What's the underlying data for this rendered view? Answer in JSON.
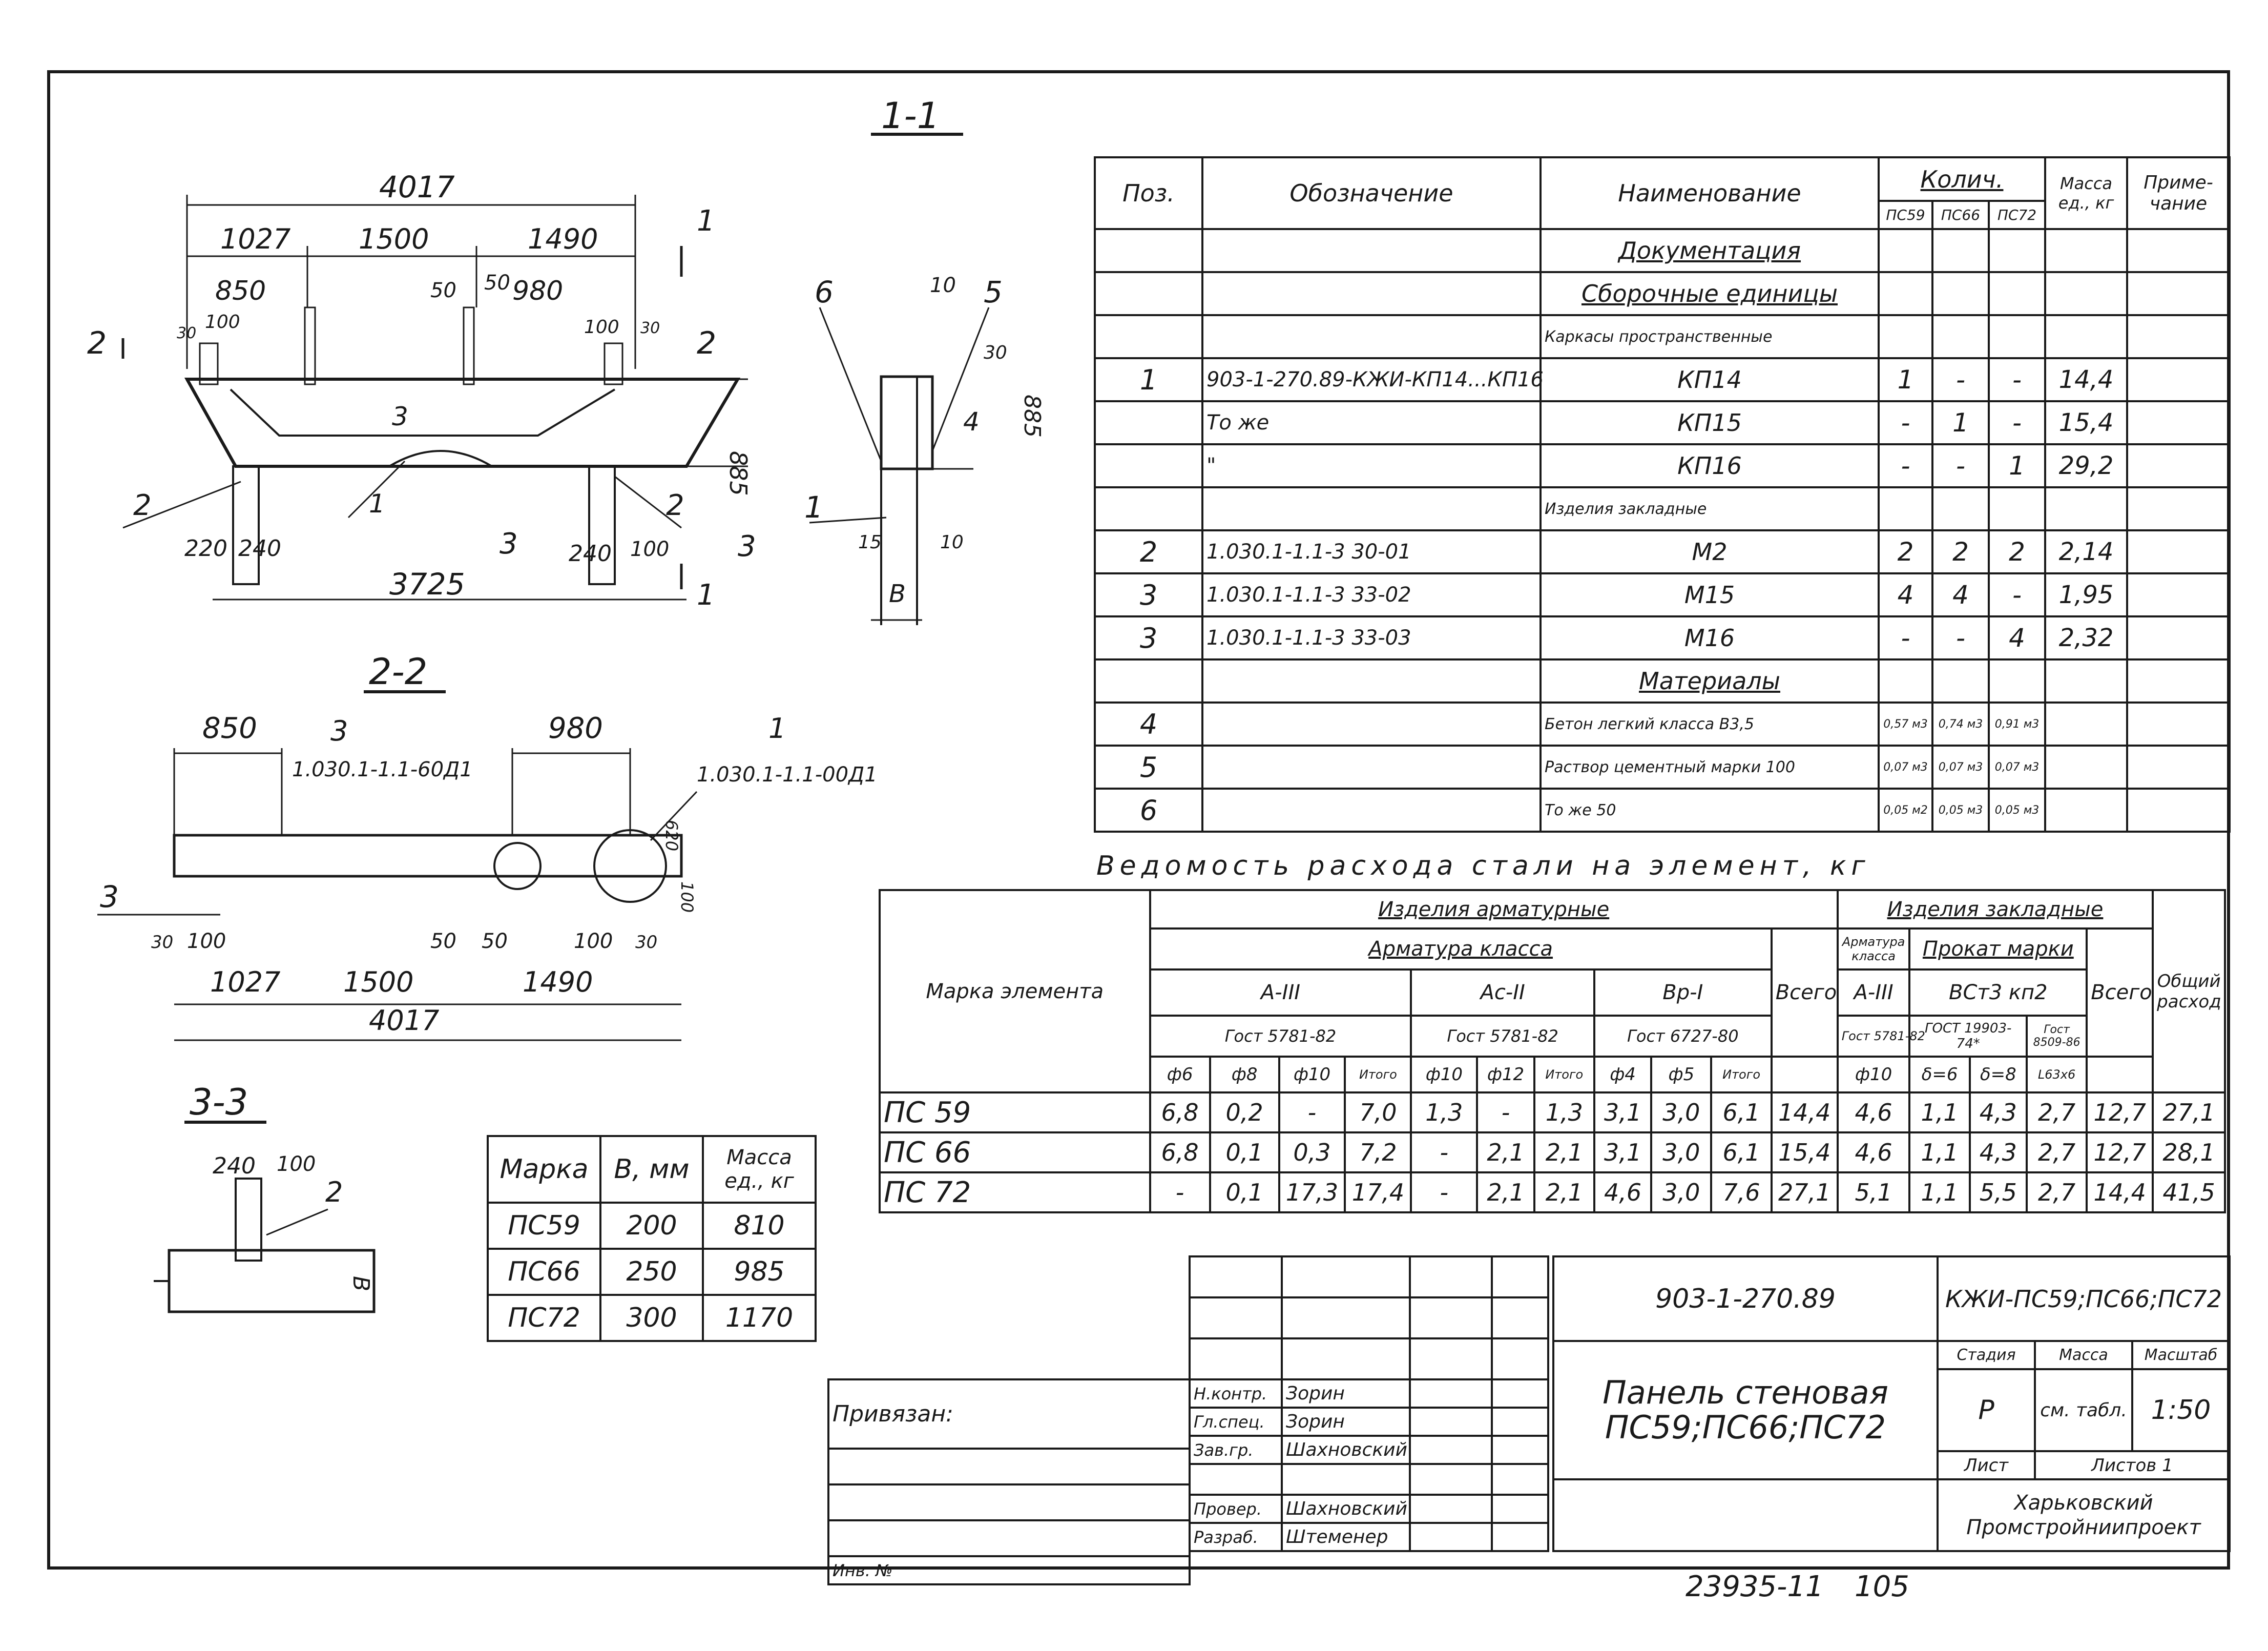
{
  "sections": {
    "s11": "1-1",
    "s22": "2-2",
    "s33": "3-3"
  },
  "view11": {
    "dims": [
      "4017",
      "1027",
      "1500",
      "1490",
      "850",
      "980",
      "50",
      "50",
      "100",
      "100",
      "30",
      "30",
      "885",
      "220",
      "240",
      "240",
      "100",
      "3725"
    ],
    "cut_marks": [
      "2",
      "2",
      "1",
      "1",
      "3",
      "3"
    ],
    "pos_labels": [
      "3",
      "2",
      "1",
      "2"
    ]
  },
  "view_side": {
    "labels": [
      "6",
      "5",
      "4",
      "1"
    ],
    "dims": [
      "10",
      "30",
      "885",
      "15",
      "10",
      "B"
    ]
  },
  "view22": {
    "dims": [
      "850",
      "980",
      "30",
      "100",
      "50",
      "50",
      "100",
      "30",
      "1027",
      "1500",
      "1490",
      "4017",
      "620",
      "100"
    ],
    "labels": [
      "3",
      "1",
      "3"
    ],
    "notes": [
      "1.030.1-1.1-60Д1",
      "1.030.1-1.1-00Д1"
    ]
  },
  "view33": {
    "dims": [
      "240",
      "100",
      "B"
    ],
    "labels": [
      "2"
    ]
  },
  "spec_table": {
    "headers": {
      "pos": "Поз.",
      "designation": "Обозначение",
      "name": "Наименование",
      "qty": "Колич.",
      "qty_cols": [
        "ПС59",
        "ПС66",
        "ПС72"
      ],
      "mass": "Масса ед., кг",
      "note": "Приме-чание"
    },
    "rows": [
      {
        "pos": "",
        "des": "",
        "name": "Документация",
        "q": [
          "",
          "",
          ""
        ],
        "m": "",
        "section": true
      },
      {
        "pos": "",
        "des": "",
        "name": "Сборочные единицы",
        "q": [
          "",
          "",
          ""
        ],
        "m": "",
        "section": true
      },
      {
        "pos": "",
        "des": "",
        "name": "Каркасы пространственные",
        "q": [
          "",
          "",
          ""
        ],
        "m": ""
      },
      {
        "pos": "1",
        "des": "903-1-270.89-КЖИ-КП14...КП16",
        "name": "КП14",
        "q": [
          "1",
          "-",
          "-"
        ],
        "m": "14,4"
      },
      {
        "pos": "",
        "des": "То же",
        "name": "КП15",
        "q": [
          "-",
          "1",
          "-"
        ],
        "m": "15,4"
      },
      {
        "pos": "",
        "des": "\"",
        "name": "КП16",
        "q": [
          "-",
          "-",
          "1"
        ],
        "m": "29,2"
      },
      {
        "pos": "",
        "des": "",
        "name": "Изделия закладные",
        "q": [
          "",
          "",
          ""
        ],
        "m": ""
      },
      {
        "pos": "2",
        "des": "1.030.1-1.1-3 30-01",
        "name": "М2",
        "q": [
          "2",
          "2",
          "2"
        ],
        "m": "2,14"
      },
      {
        "pos": "3",
        "des": "1.030.1-1.1-3 33-02",
        "name": "М15",
        "q": [
          "4",
          "4",
          "-"
        ],
        "m": "1,95"
      },
      {
        "pos": "3",
        "des": "1.030.1-1.1-3 33-03",
        "name": "М16",
        "q": [
          "-",
          "-",
          "4"
        ],
        "m": "2,32"
      },
      {
        "pos": "",
        "des": "",
        "name": "Материалы",
        "q": [
          "",
          "",
          ""
        ],
        "m": "",
        "section": true
      },
      {
        "pos": "4",
        "des": "",
        "name": "Бетон легкий класса В3,5",
        "q": [
          "0,57 м3",
          "0,74 м3",
          "0,91 м3"
        ],
        "m": ""
      },
      {
        "pos": "5",
        "des": "",
        "name": "Раствор цементный марки 100",
        "q": [
          "0,07 м3",
          "0,07 м3",
          "0,07 м3"
        ],
        "m": ""
      },
      {
        "pos": "6",
        "des": "",
        "name": "То же        50",
        "q": [
          "0,05 м2",
          "0,05 м3",
          "0,05 м3"
        ],
        "m": ""
      }
    ]
  },
  "steel": {
    "title": "Ведомость расхода стали на элемент, кг",
    "mark_header": "Марка элемента",
    "group1": "Изделия арматурные",
    "group2": "Изделия закладные",
    "class_header": "Арматура класса",
    "classes": [
      "А-III",
      "Ас-II",
      "Вр-I"
    ],
    "gosts": [
      "Гост 5781-82",
      "Гост 5781-82",
      "Гост 6727-80"
    ],
    "total": "Всего",
    "emb_class": "Арматура класса",
    "emb_a": "А-III",
    "emb_gost": "Гост 5781-82",
    "prokat": "Прокат марки",
    "prokat_mark": "ВСт3 кп2",
    "prokat_gost1": "ГОСТ 19903-74*",
    "prokat_gost2": "Гост 8509-86",
    "total2": "Всего",
    "grand": "Общий расход",
    "subcols": [
      "ф6",
      "ф8",
      "ф10",
      "Итого",
      "ф10",
      "ф12",
      "Итого",
      "ф4",
      "ф5",
      "Итого",
      "ф10",
      "δ=6",
      "δ=8",
      "L63x6"
    ],
    "rows": [
      {
        "mark": "ПС 59",
        "v": [
          "6,8",
          "0,2",
          "-",
          "7,0",
          "1,3",
          "-",
          "1,3",
          "3,1",
          "3,0",
          "6,1",
          "14,4",
          "4,6",
          "1,1",
          "4,3",
          "2,7",
          "12,7",
          "27,1"
        ]
      },
      {
        "mark": "ПС 66",
        "v": [
          "6,8",
          "0,1",
          "0,3",
          "7,2",
          "-",
          "2,1",
          "2,1",
          "3,1",
          "3,0",
          "6,1",
          "15,4",
          "4,6",
          "1,1",
          "4,3",
          "2,7",
          "12,7",
          "28,1"
        ]
      },
      {
        "mark": "ПС 72",
        "v": [
          "-",
          "0,1",
          "17,3",
          "17,4",
          "-",
          "2,1",
          "2,1",
          "4,6",
          "3,0",
          "7,6",
          "27,1",
          "5,1",
          "1,1",
          "5,5",
          "2,7",
          "14,4",
          "41,5"
        ]
      }
    ]
  },
  "mark_table": {
    "headers": [
      "Марка",
      "В, мм",
      "Масса ед., кг"
    ],
    "rows": [
      [
        "ПС59",
        "200",
        "810"
      ],
      [
        "ПС66",
        "250",
        "985"
      ],
      [
        "ПС72",
        "300",
        "1170"
      ]
    ]
  },
  "title_block": {
    "code": "903-1-270.89",
    "sheet_code": "КЖИ-ПС59;ПС66;ПС72",
    "title_line1": "Панель стеновая",
    "title_line2": "ПС59;ПС66;ПС72",
    "stage_label": "Стадия",
    "mass_label": "Масса",
    "scale_label": "Масштаб",
    "stage": "Р",
    "mass": "см. табл.",
    "scale": "1:50",
    "sheet_label": "Лист",
    "sheets_label": "Листов 1",
    "org1": "Харьковский",
    "org2": "Промстройниипроект",
    "linked": "Привязан:",
    "inv": "Инв. №",
    "roles": [
      {
        "role": "Н.контр.",
        "name": "Зорин"
      },
      {
        "role": "Гл.спец.",
        "name": "Зорин"
      },
      {
        "role": "Зав.гр.",
        "name": "Шахновский"
      },
      {
        "role": "",
        "name": ""
      },
      {
        "role": "Провер.",
        "name": "Шахновский"
      },
      {
        "role": "Разраб.",
        "name": "Штеменер"
      }
    ]
  },
  "footer": {
    "code": "23935-11",
    "page": "105"
  }
}
